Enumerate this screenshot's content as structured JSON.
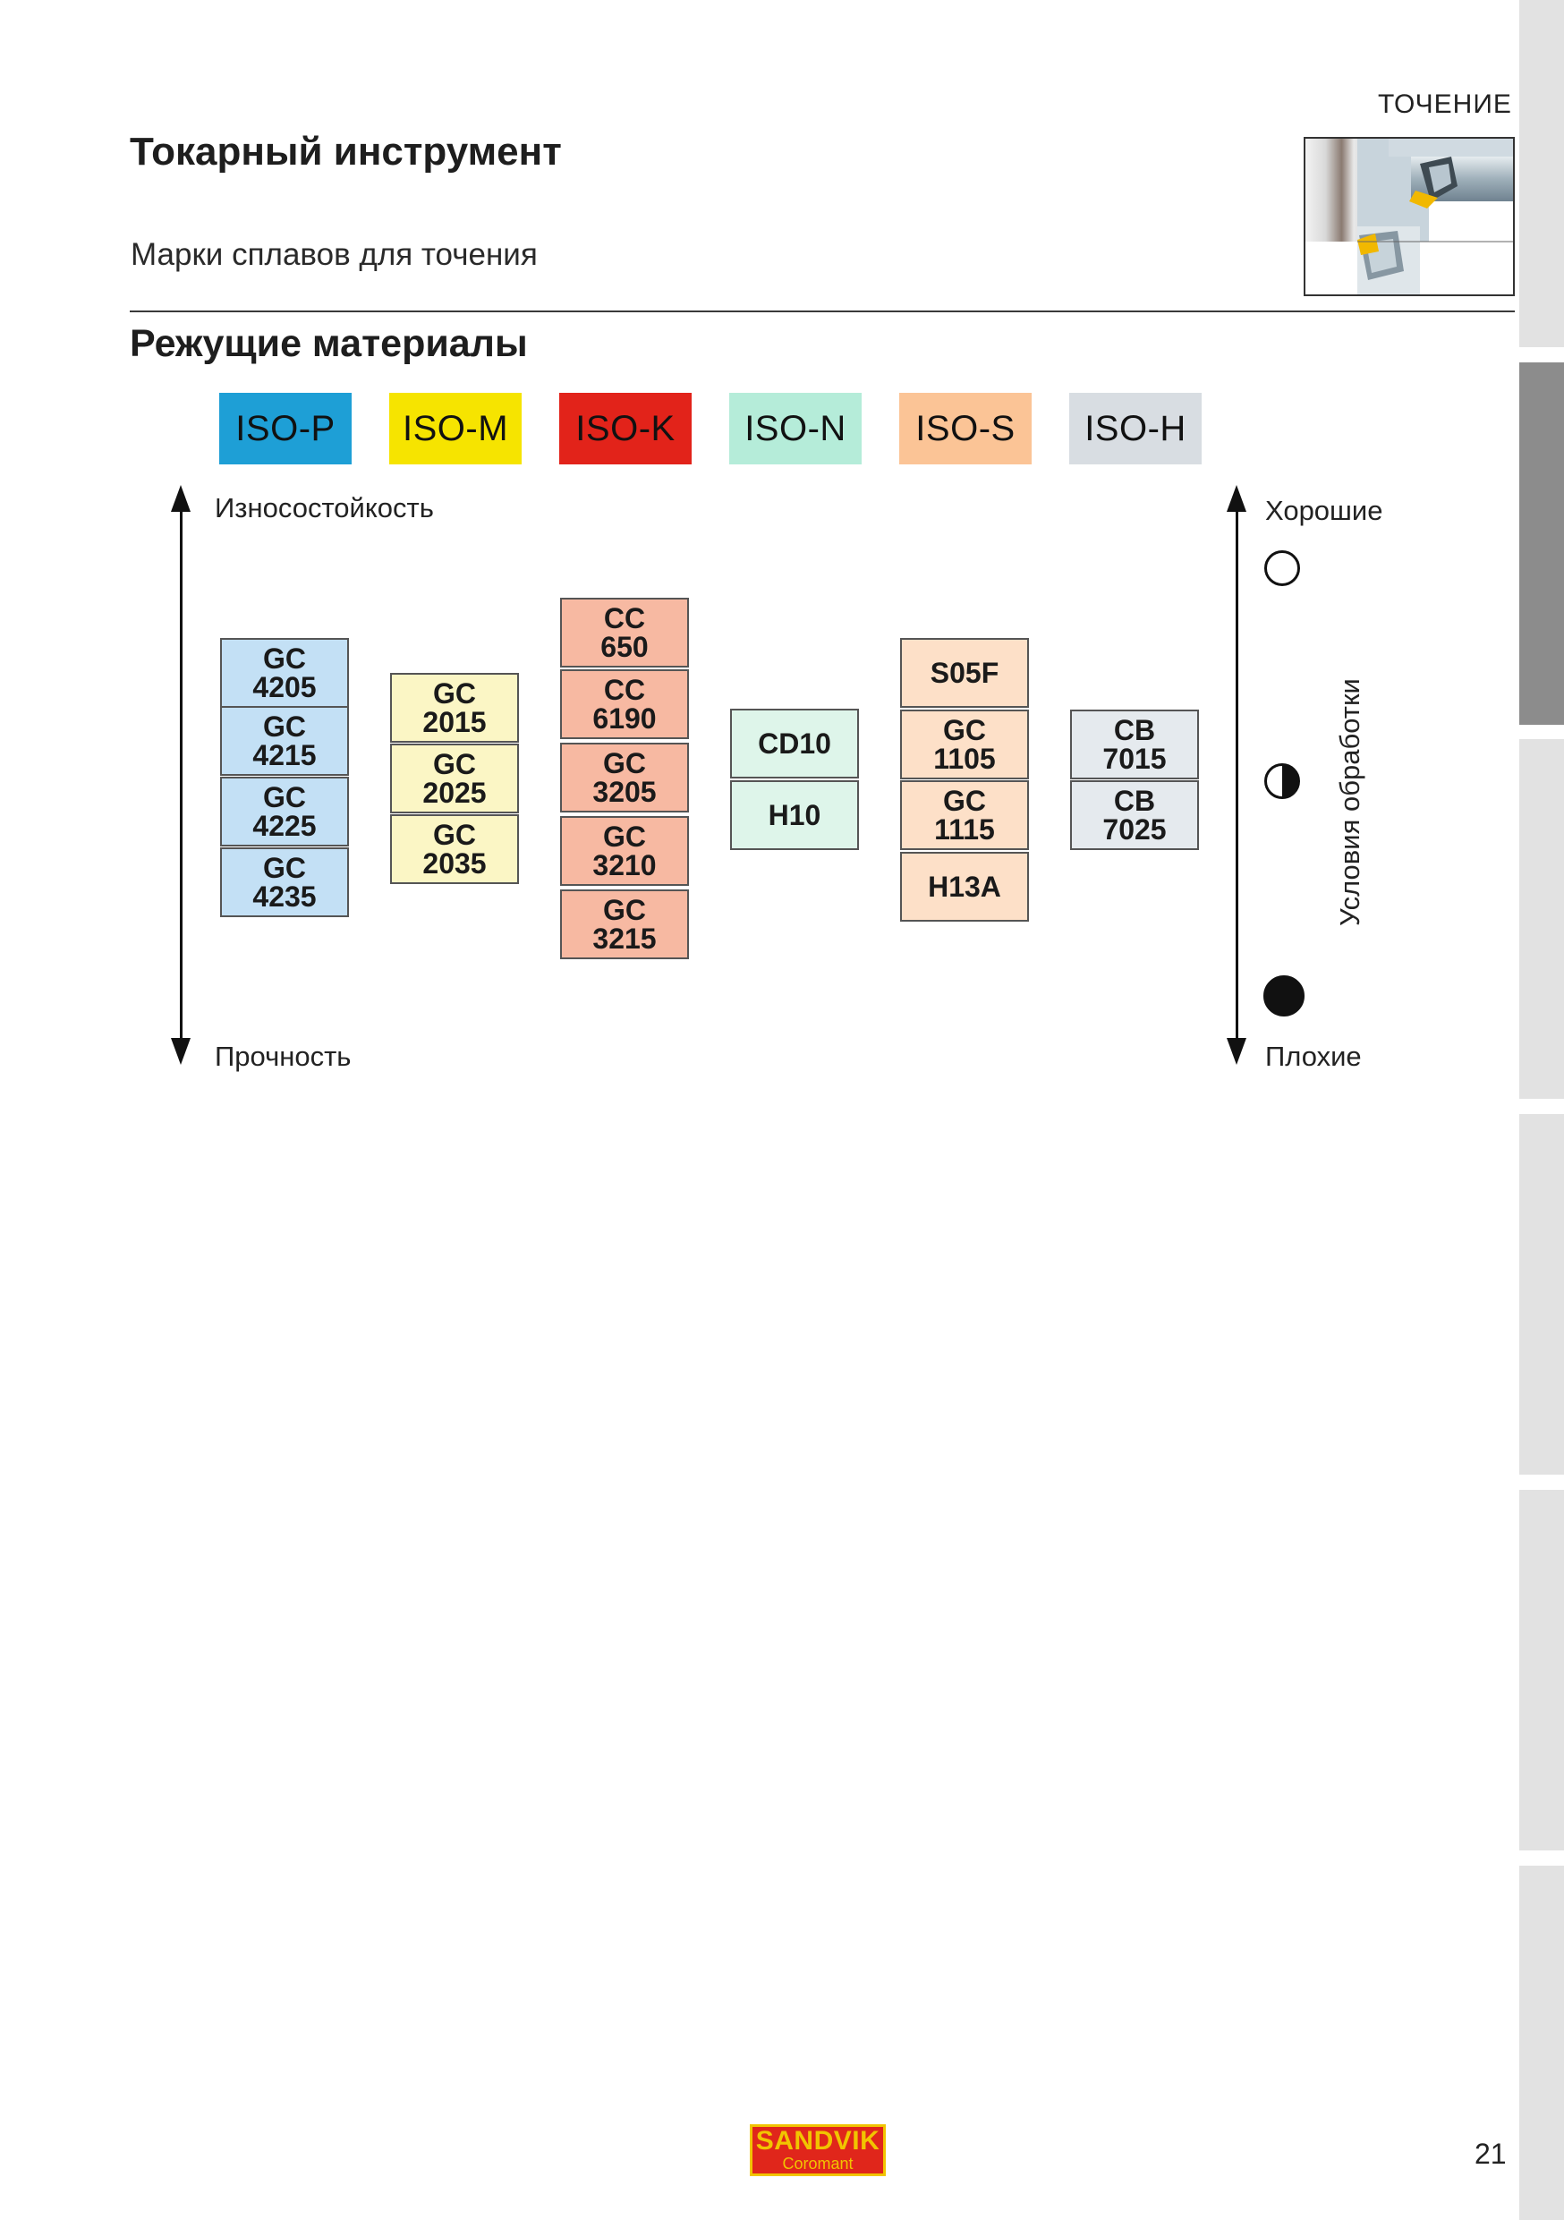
{
  "header": {
    "section_label": "ТОЧЕНИЕ",
    "title": "Токарный инструмент",
    "subtitle": "Марки сплавов для точения"
  },
  "main": {
    "section_title": "Режущие материалы",
    "iso_groups": [
      {
        "label": "ISO-P",
        "color": "#1e9fd6",
        "grade_color": "#c3e0f5",
        "grades": [
          "GC\n4205",
          "GC\n4215",
          "GC\n4225",
          "GC\n4235"
        ]
      },
      {
        "label": "ISO-M",
        "color": "#f6e400",
        "grade_color": "#fbf6c5",
        "grades": [
          "GC\n2015",
          "GC\n2025",
          "GC\n2035"
        ]
      },
      {
        "label": "ISO-K",
        "color": "#e2231a",
        "grade_color": "#f7b9a2",
        "grades": [
          "CC\n650",
          "CC\n6190",
          "GC\n3205",
          "GC\n3210",
          "GC\n3215"
        ]
      },
      {
        "label": "ISO-N",
        "color": "#b5ecd9",
        "grade_color": "#def5ea",
        "grades": [
          "CD10",
          "H10"
        ]
      },
      {
        "label": "ISO-S",
        "color": "#fbc496",
        "grade_color": "#fde0c8",
        "grades": [
          "S05F",
          "GC\n1105",
          "GC\n1115",
          "H13A"
        ]
      },
      {
        "label": "ISO-H",
        "color": "#d8dde2",
        "grade_color": "#e5eaee",
        "grades": [
          "CB\n7015",
          "CB\n7025"
        ]
      }
    ],
    "left_axis": {
      "top_label": "Износостойкость",
      "bottom_label": "Прочность"
    },
    "right_axis": {
      "top_label": "Хорошие",
      "bottom_label": "Плохие",
      "title": "Условия обработки"
    }
  },
  "footer": {
    "logo_brand": "SANDVIK",
    "logo_sub": "Coromant",
    "page_number": "21"
  }
}
